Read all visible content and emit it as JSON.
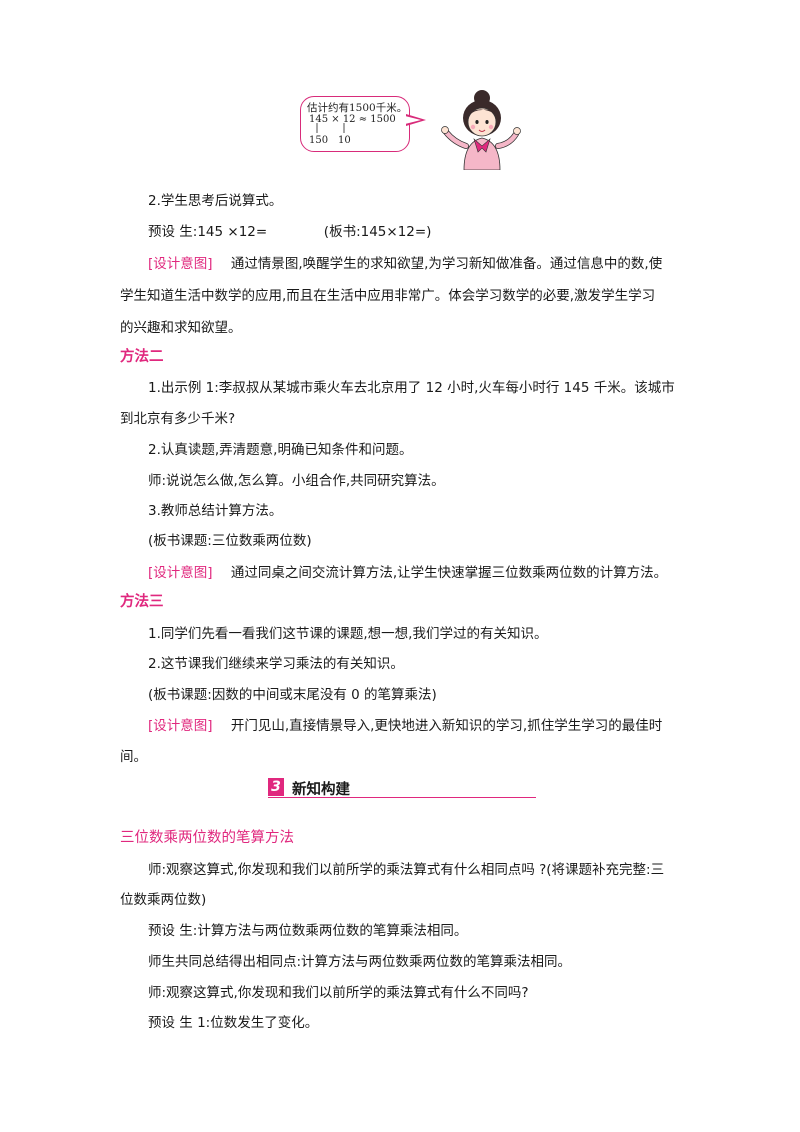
{
  "illustration": {
    "bubble_line1": "估计约有1500千米。",
    "bubble_line2": "145 × 12 ≈ 1500",
    "bubble_line3a": "150",
    "bubble_line3b": "10"
  },
  "p1": "2.学生思考后说算式。",
  "p2_a": "预设  生:145  ×12=",
  "p2_b": "(板书:145×12=)",
  "design1_tag": "[设计意图]",
  "design1_l1": "通过情景图,唤醒学生的求知欲望,为学习新知做准备。通过信息中的数,使",
  "design1_l2": "学生知道生活中数学的应用,而且在生活中应用非常广。体会学习数学的必要,激发学生学习",
  "design1_l3": "的兴趣和求知欲望。",
  "method2": "方法二",
  "m2_p1_l1": "1.出示例 1:李叔叔从某城市乘火车去北京用了 12 小时,火车每小时行 145 千米。该城市",
  "m2_p1_l2": "到北京有多少千米?",
  "m2_p2": "2.认真读题,弄清题意,明确已知条件和问题。",
  "m2_p3": "师:说说怎么做,怎么算。小组合作,共同研究算法。",
  "m2_p4": "3.教师总结计算方法。",
  "m2_p5": "(板书课题:三位数乘两位数)",
  "design2_tag": "[设计意图]",
  "design2_l1": "通过同桌之间交流计算方法,让学生快速掌握三位数乘两位数的计算方法。",
  "method3": "方法三",
  "m3_p1": "1.同学们先看一看我们这节课的课题,想一想,我们学过的有关知识。",
  "m3_p2": "2.这节课我们继续来学习乘法的有关知识。",
  "m3_p3": "(板书课题:因数的中间或末尾没有 0 的笔算乘法)",
  "design3_tag": "[设计意图]",
  "design3_l1": "开门见山,直接情景导入,更快地进入新知识的学习,抓住学生学习的最佳时",
  "design3_l2": "间。",
  "section3_num": "3",
  "section3_title": "新知构建",
  "sub_heading": "三位数乘两位数的笔算方法",
  "s_p1_l1": "师:观察这算式,你发现和我们以前所学的乘法算式有什么相同点吗 ?(将课题补充完整:三",
  "s_p1_l2": "位数乘两位数)",
  "s_p2": "预设  生:计算方法与两位数乘两位数的笔算乘法相同。",
  "s_p3": "师生共同总结得出相同点:计算方法与两位数乘两位数的笔算乘法相同。",
  "s_p4": "师:观察这算式,你发现和我们以前所学的乘法算式有什么不同吗?",
  "s_p5": "预设  生 1:位数发生了变化。"
}
